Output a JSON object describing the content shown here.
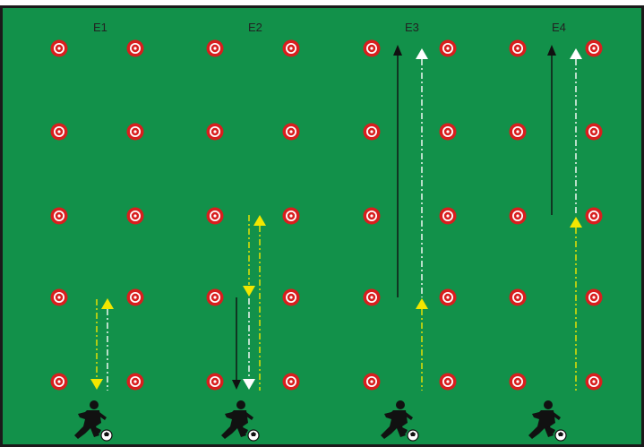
{
  "colors": {
    "pitch": "#12914a",
    "border": "#1a1a1a",
    "cone_red": "#d81e1e",
    "arrow_black": "#111111",
    "arrow_white": "#ffffff",
    "arrow_yellow": "#f2e600"
  },
  "icons": {
    "cone": "cone-marker-icon",
    "player": "player-with-ball-icon",
    "ball": "soccer-ball-icon"
  },
  "stations": [
    {
      "label": "E1"
    },
    {
      "label": "E2"
    },
    {
      "label": "E3"
    },
    {
      "label": "E4"
    }
  ]
}
